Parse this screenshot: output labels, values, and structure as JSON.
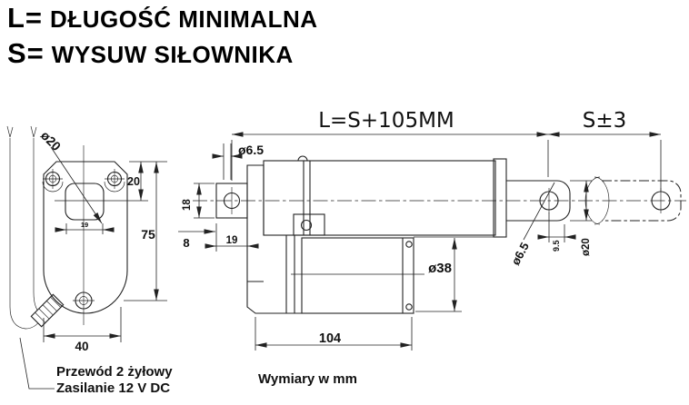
{
  "colors": {
    "ink": "#222222",
    "paper": "#ffffff"
  },
  "legend": {
    "line1_symbol": "L=",
    "line1_label": "DŁUGOŚĆ MINIMALNA",
    "line2_symbol": "S=",
    "line2_label": "WYSUW SIŁOWNIKA"
  },
  "side_view": {
    "length_formula": "L=S+105MM",
    "stroke_dim": "S±3",
    "rear_hole_dia": "ø6.5",
    "rear_clevis_height": "18",
    "rear_clevis_offset": "8",
    "rear_clevis_width": "19",
    "housing_length": "104",
    "motor_dia": "ø38",
    "front_hole_dia": "ø6.5",
    "front_hole_offset": "9.5",
    "rod_end_dia": "ø20"
  },
  "end_view": {
    "shaft_hole_dia": "ø20",
    "hole_center_from_top": "20",
    "bracket_height": "75",
    "shaft_hole_width": "19",
    "base_width": "40"
  },
  "notes": {
    "cable_line1": "Przewód 2 żyłowy",
    "cable_line2": "Zasilanie 12 V DC",
    "units": "Wymiary w mm"
  }
}
